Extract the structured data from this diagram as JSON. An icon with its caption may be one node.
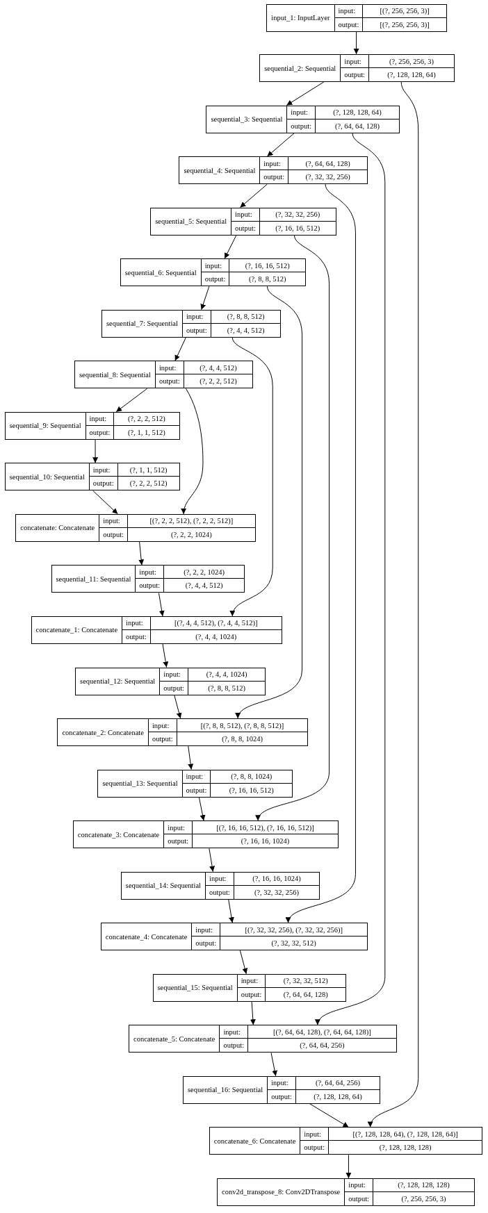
{
  "diagram": {
    "nodes": [
      {
        "text": [
          "input_1: InputLayer",
          "input:",
          "[(?, 256, 256, 3)]",
          "output:",
          "[(?, 256, 256, 3)]"
        ]
      },
      {
        "text": [
          "sequential_2: Sequential",
          "input:",
          "(?, 256, 256, 3)",
          "output:",
          "(?, 128, 128, 64)"
        ]
      },
      {
        "text": [
          "sequential_3: Sequential",
          "input:",
          "(?, 128, 128, 64)",
          "output:",
          "(?, 64, 64, 128)"
        ]
      },
      {
        "text": [
          "sequential_4: Sequential",
          "input:",
          "(?, 64, 64, 128)",
          "output:",
          "(?, 32, 32, 256)"
        ]
      },
      {
        "text": [
          "sequential_5: Sequential",
          "input:",
          "(?, 32, 32, 256)",
          "output:",
          "(?, 16, 16, 512)"
        ]
      },
      {
        "text": [
          "sequential_6: Sequential",
          "input:",
          "(?, 16, 16, 512)",
          "output:",
          "(?, 8, 8, 512)"
        ]
      },
      {
        "text": [
          "sequential_7: Sequential",
          "input:",
          "(?, 8, 8, 512)",
          "output:",
          "(?, 4, 4, 512)"
        ]
      },
      {
        "text": [
          "sequential_8: Sequential",
          "input:",
          "(?, 4, 4, 512)",
          "output:",
          "(?, 2, 2, 512)"
        ]
      },
      {
        "text": [
          "sequential_9: Sequential",
          "input:",
          "(?, 2, 2, 512)",
          "output:",
          "(?, 1, 1, 512)"
        ]
      },
      {
        "text": [
          "sequential_10: Sequential",
          "input:",
          "(?, 1, 1, 512)",
          "output:",
          "(?, 2, 2, 512)"
        ]
      },
      {
        "text": [
          "concatenate: Concatenate",
          "input:",
          "[(?, 2, 2, 512), (?, 2, 2, 512)]",
          "output:",
          "(?, 2, 2, 1024)"
        ]
      },
      {
        "text": [
          "sequential_11: Sequential",
          "input:",
          "(?, 2, 2, 1024)",
          "output:",
          "(?, 4, 4, 512)"
        ]
      },
      {
        "text": [
          "concatenate_1: Concatenate",
          "input:",
          "[(?, 4, 4, 512), (?, 4, 4, 512)]",
          "output:",
          "(?, 4, 4, 1024)"
        ]
      },
      {
        "text": [
          "sequential_12: Sequential",
          "input:",
          "(?, 4, 4, 1024)",
          "output:",
          "(?, 8, 8, 512)"
        ]
      },
      {
        "text": [
          "concatenate_2: Concatenate",
          "input:",
          "[(?, 8, 8, 512), (?, 8, 8, 512)]",
          "output:",
          "(?, 8, 8, 1024)"
        ]
      },
      {
        "text": [
          "sequential_13: Sequential",
          "input:",
          "(?, 8, 8, 1024)",
          "output:",
          "(?, 16, 16, 512)"
        ]
      },
      {
        "text": [
          "concatenate_3: Concatenate",
          "input:",
          "[(?, 16, 16, 512), (?, 16, 16, 512)]",
          "output:",
          "(?, 16, 16, 1024)"
        ]
      },
      {
        "text": [
          "sequential_14: Sequential",
          "input:",
          "(?, 16, 16, 1024)",
          "output:",
          "(?, 32, 32, 256)"
        ]
      },
      {
        "text": [
          "concatenate_4: Concatenate",
          "input:",
          "[(?, 32, 32, 256), (?, 32, 32, 256)]",
          "output:",
          "(?, 32, 32, 512)"
        ]
      },
      {
        "text": [
          "sequential_15: Sequential",
          "input:",
          "(?, 32, 32, 512)",
          "output:",
          "(?, 64, 64, 128)"
        ]
      },
      {
        "text": [
          "concatenate_5: Concatenate",
          "input:",
          "[(?, 64, 64, 128), (?, 64, 64, 128)]",
          "output:",
          "(?, 64, 64, 256)"
        ]
      },
      {
        "text": [
          "sequential_16: Sequential",
          "input:",
          "(?, 64, 64, 256)",
          "output:",
          "(?, 128, 128, 64)"
        ]
      },
      {
        "text": [
          "concatenate_6: Concatenate",
          "input:",
          "[(?, 128, 128, 64), (?, 128, 128, 64)]",
          "output:",
          "(?, 128, 128, 128)"
        ]
      },
      {
        "text": [
          "conv2d_transpose_8: Conv2DTranspose",
          "input:",
          "(?, 128, 128, 128)",
          "output:",
          "(?, 256, 256, 3)"
        ]
      }
    ],
    "edges": [
      {
        "from": 0,
        "to": 1,
        "arrow": "to"
      },
      {
        "from": 1,
        "to": 2,
        "arrow": "to"
      },
      {
        "from": 2,
        "to": 3,
        "arrow": "to"
      },
      {
        "from": 3,
        "to": 4,
        "arrow": "to"
      },
      {
        "from": 4,
        "to": 5,
        "arrow": "to"
      },
      {
        "from": 5,
        "to": 6,
        "arrow": "to"
      },
      {
        "from": 6,
        "to": 7,
        "arrow": "to"
      },
      {
        "from": 7,
        "to": 8,
        "arrow": "to"
      },
      {
        "from": 8,
        "to": 9,
        "arrow": "to"
      },
      {
        "from": 9,
        "to": 10,
        "arrow": "to"
      },
      {
        "from": 7,
        "to": 10,
        "arrow": "to"
      },
      {
        "from": 10,
        "to": 11,
        "arrow": "to"
      },
      {
        "from": 11,
        "to": 12,
        "arrow": "to"
      },
      {
        "from": 6,
        "to": 12,
        "arrow": "to"
      },
      {
        "from": 12,
        "to": 13,
        "arrow": "to"
      },
      {
        "from": 13,
        "to": 14,
        "arrow": "to"
      },
      {
        "from": 5,
        "to": 14,
        "arrow": "to"
      },
      {
        "from": 14,
        "to": 15,
        "arrow": "to"
      },
      {
        "from": 15,
        "to": 16,
        "arrow": "to"
      },
      {
        "from": 4,
        "to": 16,
        "arrow": "to"
      },
      {
        "from": 16,
        "to": 17,
        "arrow": "to"
      },
      {
        "from": 17,
        "to": 18,
        "arrow": "to"
      },
      {
        "from": 3,
        "to": 18,
        "arrow": "to"
      },
      {
        "from": 18,
        "to": 19,
        "arrow": "to"
      },
      {
        "from": 19,
        "to": 20,
        "arrow": "to"
      },
      {
        "from": 2,
        "to": 20,
        "arrow": "to"
      },
      {
        "from": 20,
        "to": 21,
        "arrow": "to"
      },
      {
        "from": 21,
        "to": 22,
        "arrow": "to"
      },
      {
        "from": 1,
        "to": 22,
        "arrow": "to"
      },
      {
        "from": 22,
        "to": 23,
        "arrow": "to"
      }
    ]
  }
}
